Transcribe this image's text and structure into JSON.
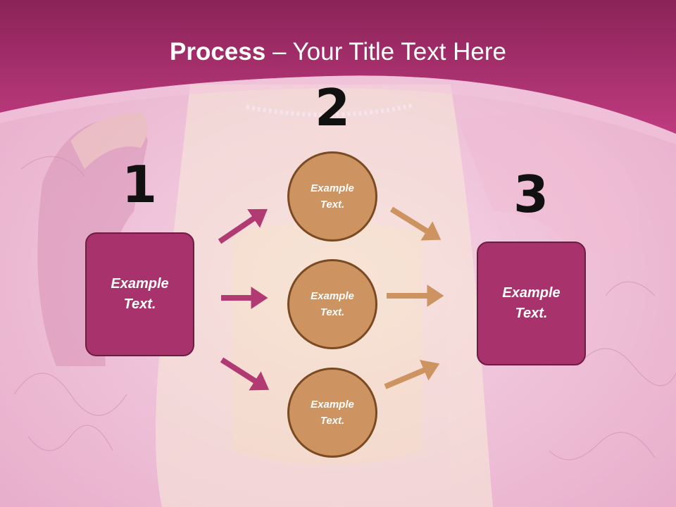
{
  "slide": {
    "title_bold": "Process",
    "title_rest": " – Your Title Text Here",
    "numbers": [
      "1",
      "2",
      "3"
    ],
    "left_box": [
      "Example",
      "Text."
    ],
    "right_box": [
      "Example",
      "Text."
    ],
    "circles": [
      [
        "Example",
        "Text."
      ],
      [
        "Example",
        "Text."
      ],
      [
        "Example",
        "Text."
      ]
    ]
  },
  "colors": {
    "header": "#b6357a",
    "box_fill": "#a8326c",
    "circle_fill": "#cd9360",
    "pink_arrow": "#b23a73",
    "tan_arrow": "#cd9360"
  }
}
